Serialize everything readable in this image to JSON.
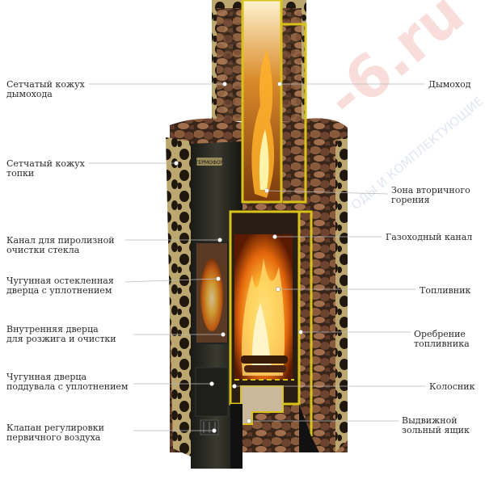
{
  "diagram": {
    "watermark": "-6.ru",
    "watermark_sub": "ОДЫ И КОМПЛЕКТУЮЩИЕ",
    "stove_badge": "TEPMOФOP",
    "labels_left": [
      {
        "id": "chimney-mesh-casing",
        "text": "Сетчатый кожух\nдымохода"
      },
      {
        "id": "firebox-mesh-casing",
        "text": "Сетчатый кожух\nтопки"
      },
      {
        "id": "pyrolysis-channel",
        "text": "Канал для пиролизной\nочистки стекла"
      },
      {
        "id": "glass-door",
        "text": "Чугунная остекленная\nдверца с уплотнением"
      },
      {
        "id": "inner-door",
        "text": "Внутренняя дверца\nдля розжига и очистки"
      },
      {
        "id": "ash-door",
        "text": "Чугунная дверца\nподдувала с уплотнением"
      },
      {
        "id": "air-valve",
        "text": "Клапан регулировки\nпервичного воздуха"
      }
    ],
    "labels_right": [
      {
        "id": "chimney",
        "text": "Дымоход"
      },
      {
        "id": "secondary-burn-zone",
        "text": "Зона вторичного\nгорения"
      },
      {
        "id": "flue-channel",
        "text": "Газоходный канал"
      },
      {
        "id": "fuel-chamber",
        "text": "Топливник"
      },
      {
        "id": "fuel-chamber-fins",
        "text": "Оребрение\nтопливника"
      },
      {
        "id": "grate",
        "text": "Колосник"
      },
      {
        "id": "ash-drawer",
        "text": "Выдвижной\nзольный ящик"
      }
    ]
  }
}
